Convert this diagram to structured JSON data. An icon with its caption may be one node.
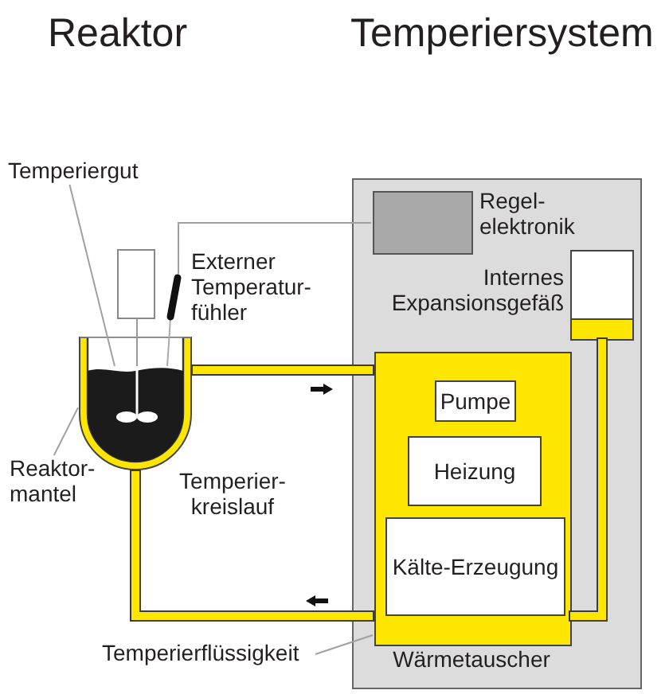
{
  "diagram": {
    "nodes": [
      {
        "text": [
          "Temperiergut"
        ]
      },
      {
        "text": [],
        "shape": "box"
      },
      {
        "text": [],
        "shape": "box",
        "in": 1,
        "beside": [
          "Regel- elektronik"
        ]
      },
      {
        "text": [],
        "shape": "box",
        "in": 1,
        "beside": [
          "Internes Expansionsgefäß"
        ]
      },
      {
        "text": [],
        "shape": "bar",
        "beside": [
          "Externer Temperatur- fühler"
        ]
      },
      {
        "text": [],
        "shape": "picture"
      },
      {
        "text": [],
        "shape": "picture",
        "in": 5
      },
      {
        "text": [],
        "shape": "box",
        "in": 1,
        "beside": [
          "Wärmetauscher"
        ]
      },
      {
        "text": [
          "Pumpe"
        ],
        "in": 7
      },
      {
        "text": [
          "Heizung"
        ],
        "in": 7
      },
      {
        "text": [
          "Kälte-Erzeugung"
        ],
        "in": 7
      },
      {
        "text": [
          "Reaktor- mantel"
        ]
      },
      {
        "text": [
          "Temperierflüssigkeit"
        ]
      }
    ],
    "edges": [
      {
        "from": 0,
        "to": 6,
        "arrow": "none"
      },
      {
        "from": 4,
        "to": 2,
        "arrow": "none"
      },
      {
        "from": 5,
        "to": 7,
        "arrow": "none",
        "style": "thick",
        "color": "#ffe600"
      },
      {
        "from": 5,
        "to": 7,
        "arrow": "none",
        "style": "thick",
        "color": "#ffe600"
      },
      {
        "from": 3,
        "to": 7,
        "arrow": "none",
        "style": "thick",
        "color": "#ffe600"
      },
      {
        "from": 11,
        "to": 5,
        "arrow": "none"
      },
      {
        "from": 12,
        "to": 7,
        "arrow": "none"
      }
    ],
    "labels": [
      "Reaktor",
      "Temperiersystem",
      "Temperier- kreislauf"
    ]
  }
}
